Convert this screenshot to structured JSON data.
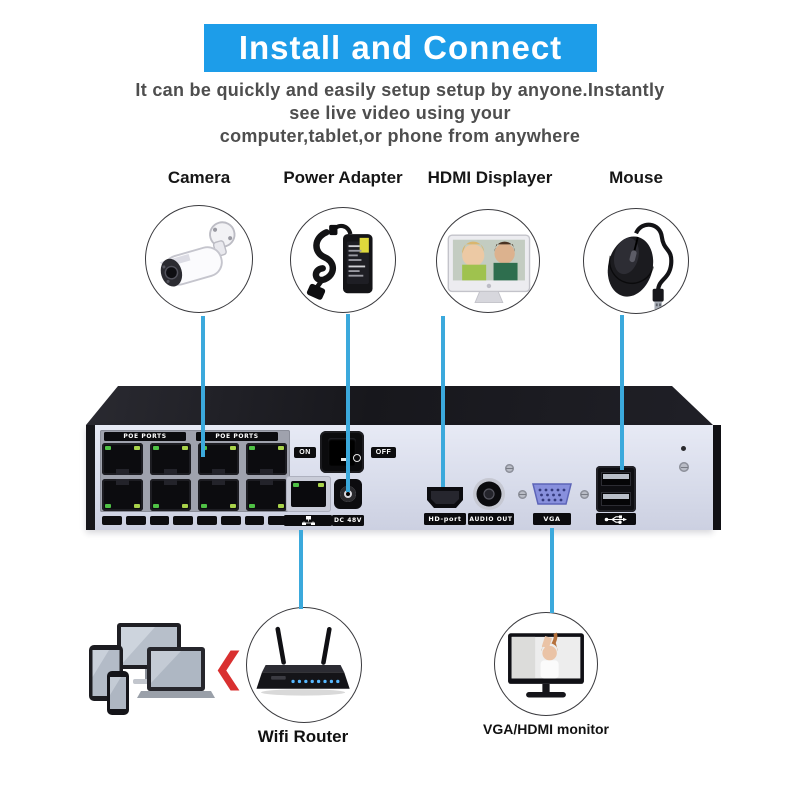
{
  "header": {
    "title": "Install and Connect",
    "subtitle_lines": [
      "It can be quickly and easily setup setup by anyone.Instantly",
      "see live video using your",
      "computer,tablet,or phone from anywhere"
    ]
  },
  "top_items": [
    {
      "label": "Camera",
      "icon": "bullet-camera-icon"
    },
    {
      "label": "Power Adapter",
      "icon": "power-adapter-icon"
    },
    {
      "label": "HDMI Displayer",
      "icon": "imac-display-icon"
    },
    {
      "label": "Mouse",
      "icon": "usb-mouse-icon"
    }
  ],
  "nvr": {
    "poe_labels": [
      "POE PORTS",
      "POE PORTS"
    ],
    "switch_on": "ON",
    "switch_off": "OFF",
    "dc_label": "DC 48V",
    "hdmi_label": "HD-port",
    "audio_label": "AUDIO OUT",
    "vga_label": "VGA",
    "lan_icon": "lan-network-icon",
    "usb_icon": "usb-trident-icon"
  },
  "bottom": {
    "client_devices_icon": "multi-device-cluster-icon",
    "arrow_glyph": "❮",
    "arrow_icon": "red-left-chevron-icon",
    "router_label": "Wifi Router",
    "router_icon": "wifi-router-icon",
    "monitor_label": "VGA/HDMI monitor",
    "monitor_icon": "desktop-monitor-icon"
  },
  "colors": {
    "banner_blue": "#1d9de9",
    "connector_blue": "#3ba9dc",
    "subtitle_gray": "#4e4e4e",
    "nvr_face": "#d7dbea",
    "led_green": "#4fc145",
    "arrow_red": "#d93030",
    "vga_blue": "#8890dd"
  }
}
